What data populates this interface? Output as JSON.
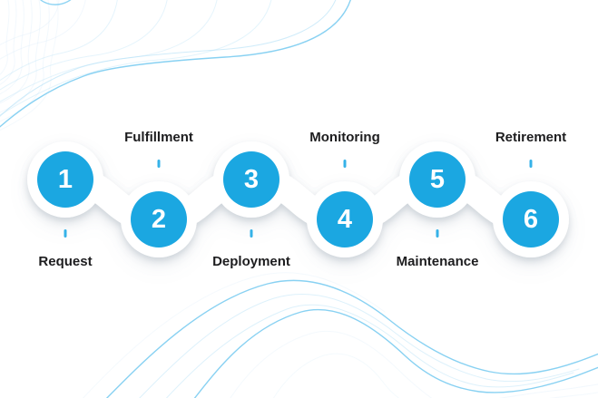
{
  "colors": {
    "accent": "#1BA7E1",
    "tick": "#35B2E8",
    "label_text": "#1D1D1F",
    "number_text": "#FFFFFF",
    "contour_bright": "#7BCCF1",
    "contour_mid": "#A9DCF5",
    "contour_faint": "#D9ECF8",
    "band_fill": "#FFFFFF",
    "background": "#FFFFFF"
  },
  "steps": [
    {
      "number": "1",
      "label": "Request",
      "label_position": "below"
    },
    {
      "number": "2",
      "label": "Fulfillment",
      "label_position": "above"
    },
    {
      "number": "3",
      "label": "Deployment",
      "label_position": "below"
    },
    {
      "number": "4",
      "label": "Monitoring",
      "label_position": "above"
    },
    {
      "number": "5",
      "label": "Maintenance",
      "label_position": "below"
    },
    {
      "number": "6",
      "label": "Retirement",
      "label_position": "above"
    }
  ]
}
